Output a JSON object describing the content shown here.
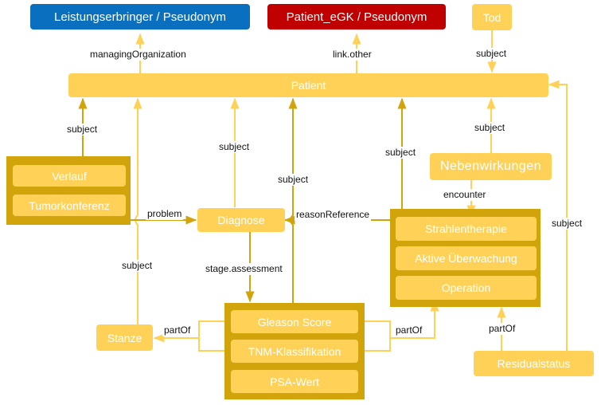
{
  "nodes": {
    "leistungserbringer": "Leistungserbringer / Pseudonym",
    "patient_egk": "Patient_eGK / Pseudonym",
    "tod": "Tod",
    "patient": "Patient",
    "verlauf": "Verlauf",
    "tumorkonferenz": "Tumorkonferenz",
    "diagnose": "Diagnose",
    "nebenwirkungen": "Nebenwirkungen",
    "strahlentherapie": "Strahlentherapie",
    "aktive_ueberwachung": "Aktive Überwachung",
    "operation": "Operation",
    "stanze": "Stanze",
    "gleason_score": "Gleason Score",
    "tnm": "TNM-Klassifikation",
    "psa": "PSA-Wert",
    "residualstatus": "Residualstatus"
  },
  "edges": {
    "managing_organization": "managingOrganization",
    "link_other": "link.other",
    "subject_tod": "subject",
    "subject_verlauf": "subject",
    "subject_diagnose": "subject",
    "subject_gleason": "subject",
    "subject_therapie": "subject",
    "subject_nebenwirkungen": "subject",
    "subject_stanze": "subject",
    "subject_residual": "subject",
    "problem": "problem",
    "reason_reference": "reasonReference",
    "encounter": "encounter",
    "stage_assessment": "stage.assessment",
    "partof_stanze": "partOf",
    "partof_therapie": "partOf",
    "partof_residual": "partOf"
  },
  "colors": {
    "light": "#FFD257",
    "dark": "#D2A40B",
    "blue": "#0B6FBF",
    "red": "#C00000"
  }
}
